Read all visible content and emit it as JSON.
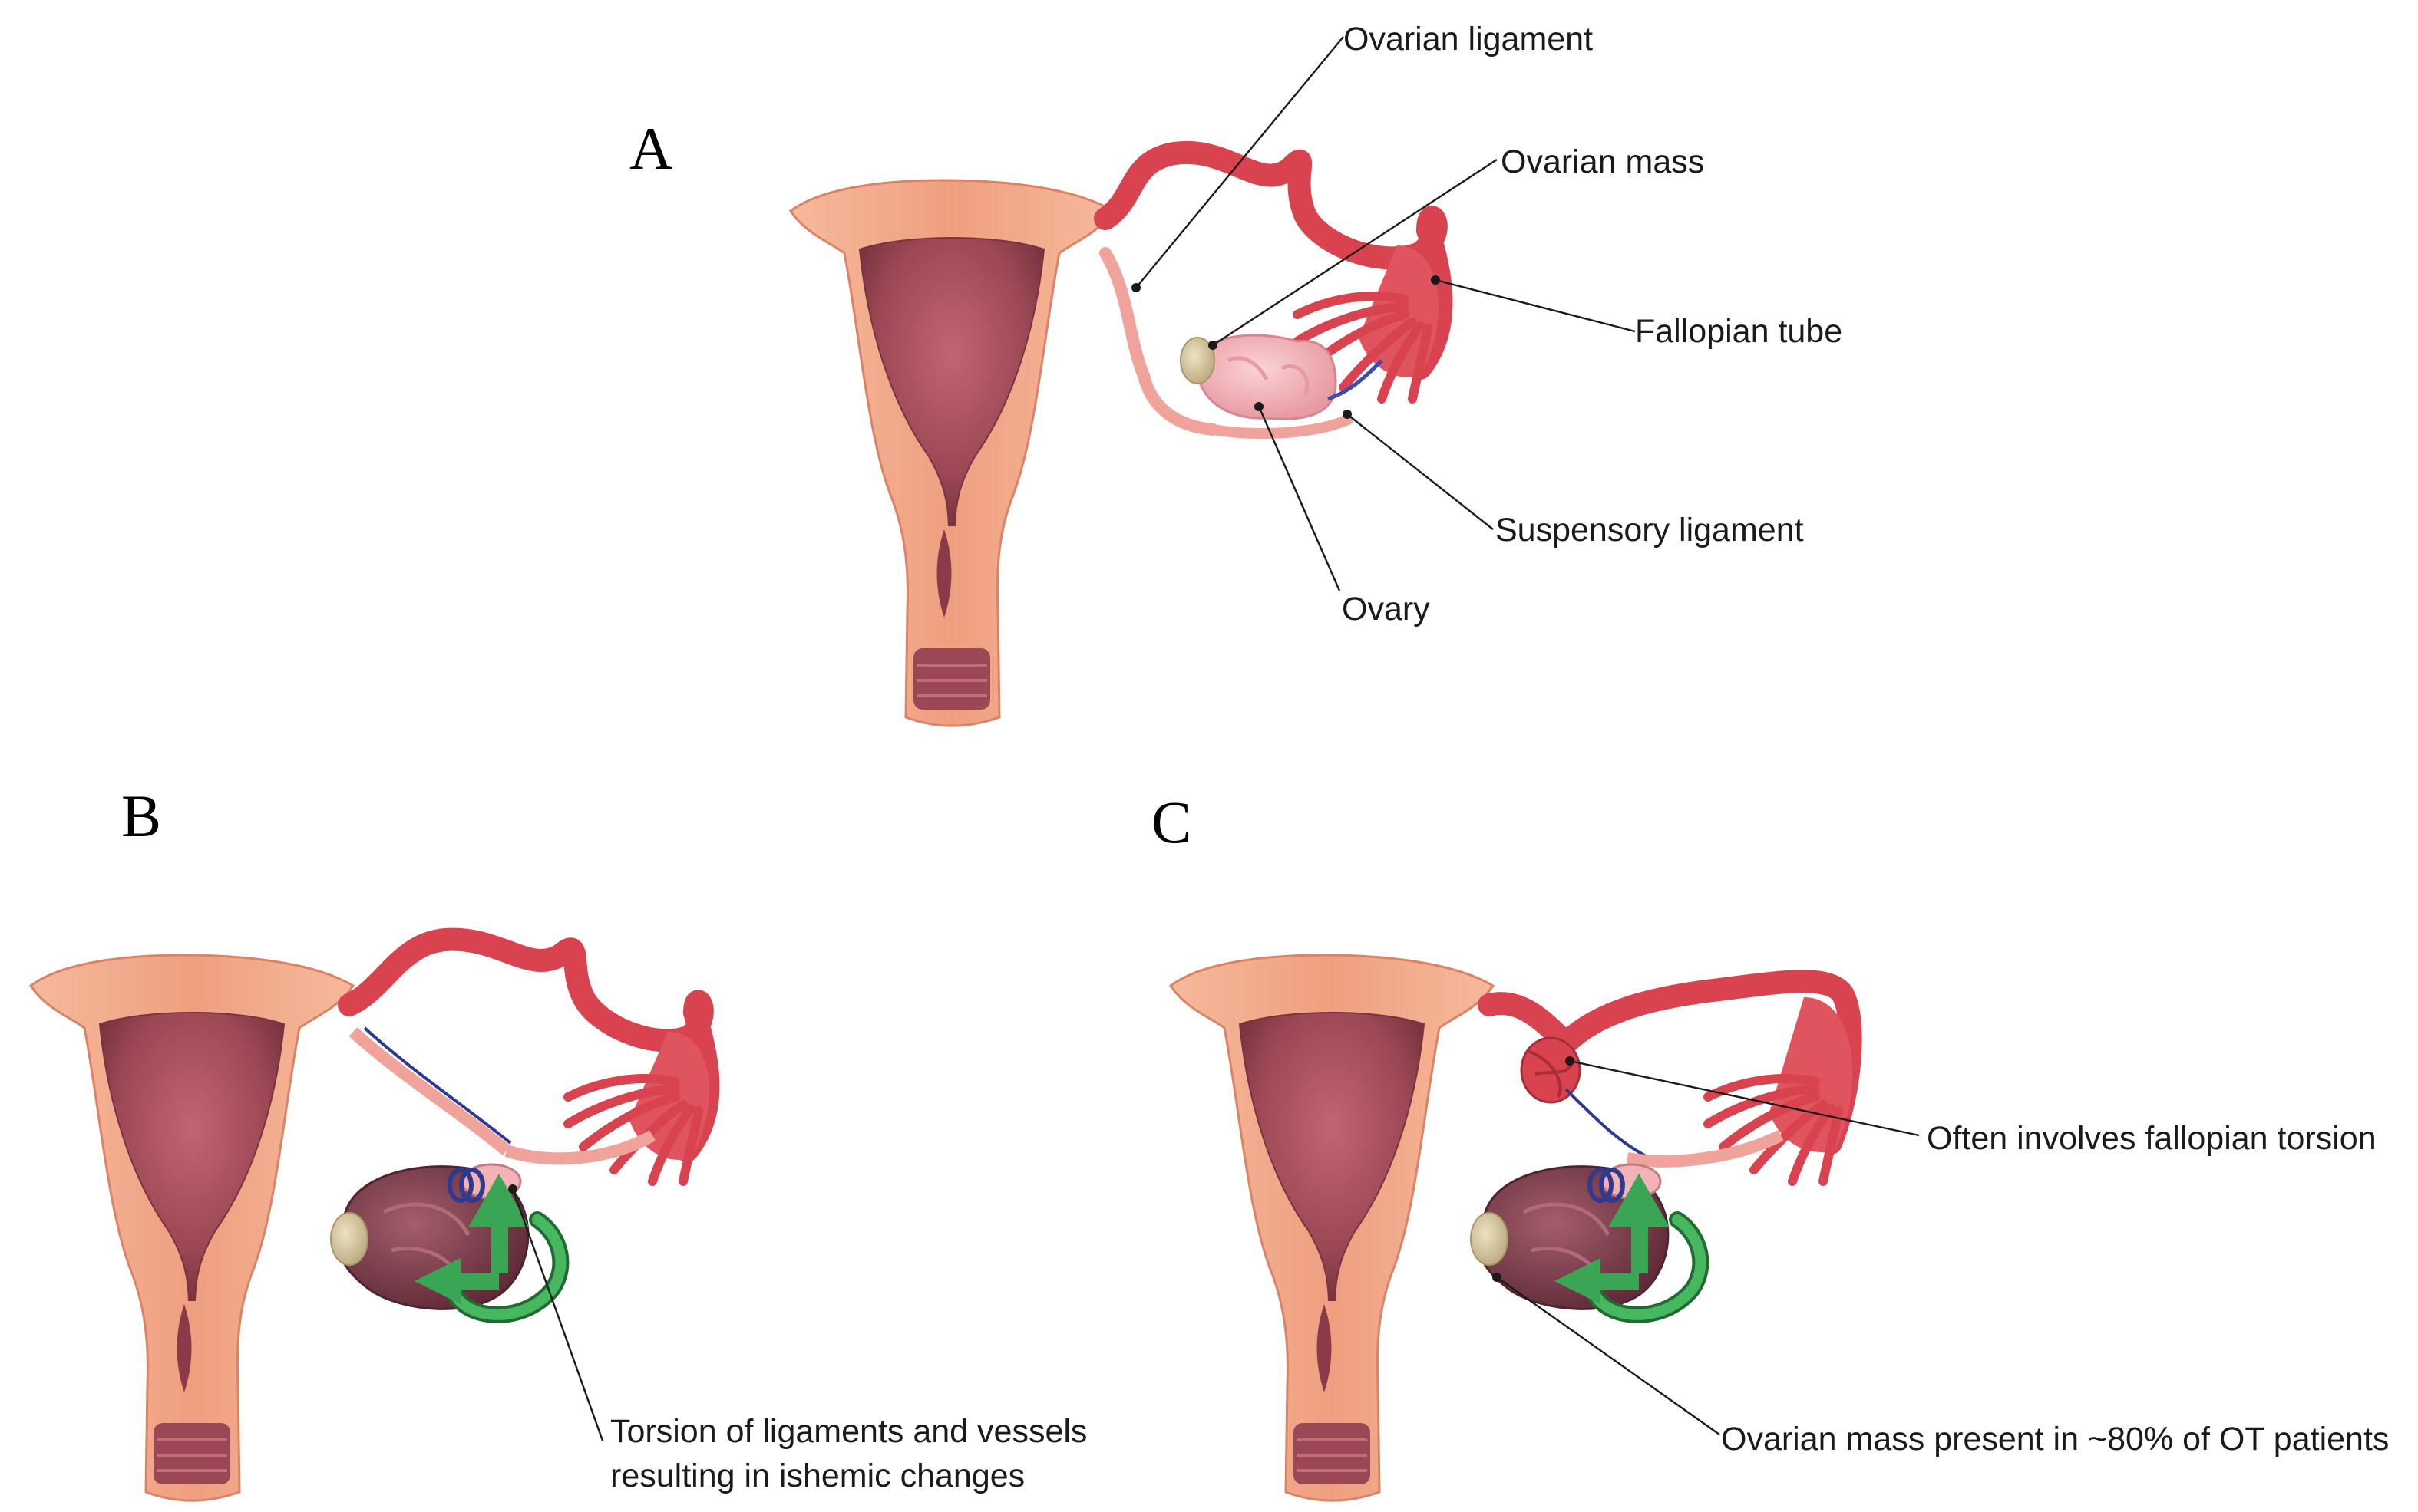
{
  "panels": {
    "a": {
      "letter": "A"
    },
    "b": {
      "letter": "B"
    },
    "c": {
      "letter": "C"
    }
  },
  "labels": {
    "ovarian_ligament": "Ovarian ligament",
    "ovarian_mass": "Ovarian mass",
    "fallopian_tube": "Fallopian tube",
    "suspensory_ligament": "Suspensory ligament",
    "ovary": "Ovary",
    "torsion_line1": "Torsion of ligaments and vessels",
    "torsion_line2": "resulting in ishemic changes",
    "fallopian_torsion": "Often involves fallopian torsion",
    "mass_present": "Ovarian mass present in ~80% of OT patients"
  },
  "colors": {
    "uterus_skin": "#f2a585",
    "uterus_inner": "#9c4755",
    "tube_red": "#d9434f",
    "ovary_pink": "#f4b8bd",
    "ovary_twisted": "#7d3e4c",
    "mass": "#d8c9a2",
    "rotation_arrow": "#3aa553"
  }
}
